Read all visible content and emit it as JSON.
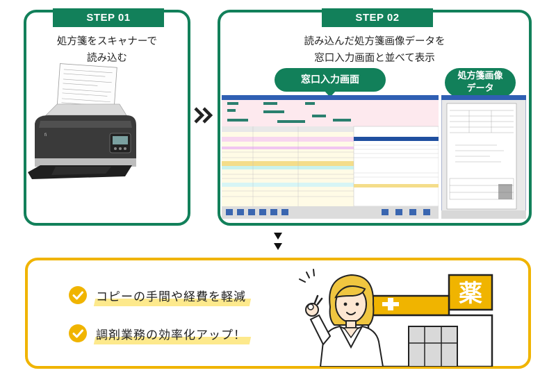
{
  "step1": {
    "tag": "STEP 01",
    "caption_line1": "処方箋をスキャナーで",
    "caption_line2": "読み込む"
  },
  "step2": {
    "tag": "STEP 02",
    "caption_line1": "読み込んだ処方箋画像データを",
    "caption_line2": "窓口入力画面と並べて表示",
    "label_input_screen": "窓口入力画面",
    "label_image_line1": "処方箋画像",
    "label_image_line2": "データ"
  },
  "benefits": [
    "コピーの手間や経費を軽減",
    "調剤業務の効率化アップ！"
  ],
  "pharmacy_sign": "薬",
  "colors": {
    "green": "#12805a",
    "yellow": "#f0b400",
    "highlight": "#fde98c"
  },
  "icons": [
    "scanner-illustration",
    "chevron-double-right-icon",
    "down-arrow-icon",
    "check-icon",
    "pharmacist-illustration",
    "pharmacy-illustration"
  ]
}
